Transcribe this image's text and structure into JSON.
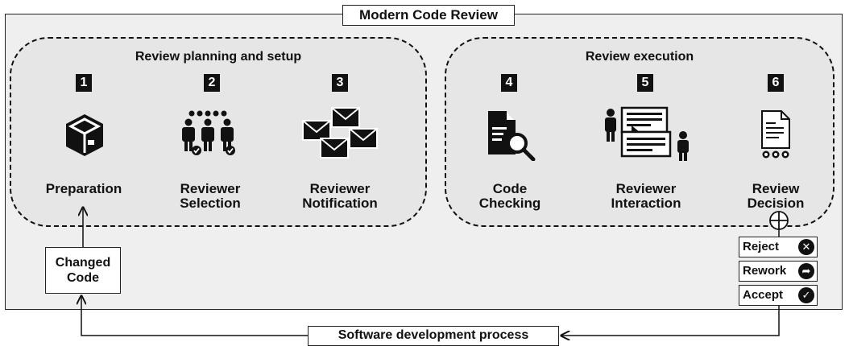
{
  "title": "Modern Code Review",
  "groups": {
    "planning": {
      "title": "Review planning and setup"
    },
    "execution": {
      "title": "Review execution"
    }
  },
  "steps": [
    {
      "number": "1",
      "line1": "Preparation",
      "line2": "",
      "icon": "package-icon"
    },
    {
      "number": "2",
      "line1": "Reviewer",
      "line2": "Selection",
      "icon": "reviewers-icon"
    },
    {
      "number": "3",
      "line1": "Reviewer",
      "line2": "Notification",
      "icon": "envelopes-icon"
    },
    {
      "number": "4",
      "line1": "Code",
      "line2": "Checking",
      "icon": "document-search-icon"
    },
    {
      "number": "5",
      "line1": "Reviewer",
      "line2": "Interaction",
      "icon": "conversation-icon"
    },
    {
      "number": "6",
      "line1": "Review",
      "line2": "Decision",
      "icon": "decision-document-icon"
    }
  ],
  "input": {
    "line1": "Changed",
    "line2": "Code"
  },
  "decisions": [
    {
      "label": "Reject",
      "icon": "reject-icon",
      "glyph": "✕"
    },
    {
      "label": "Rework",
      "icon": "rework-icon",
      "glyph": "➦"
    },
    {
      "label": "Accept",
      "icon": "accept-icon",
      "glyph": "✓"
    }
  ],
  "process": {
    "label": "Software development process"
  }
}
